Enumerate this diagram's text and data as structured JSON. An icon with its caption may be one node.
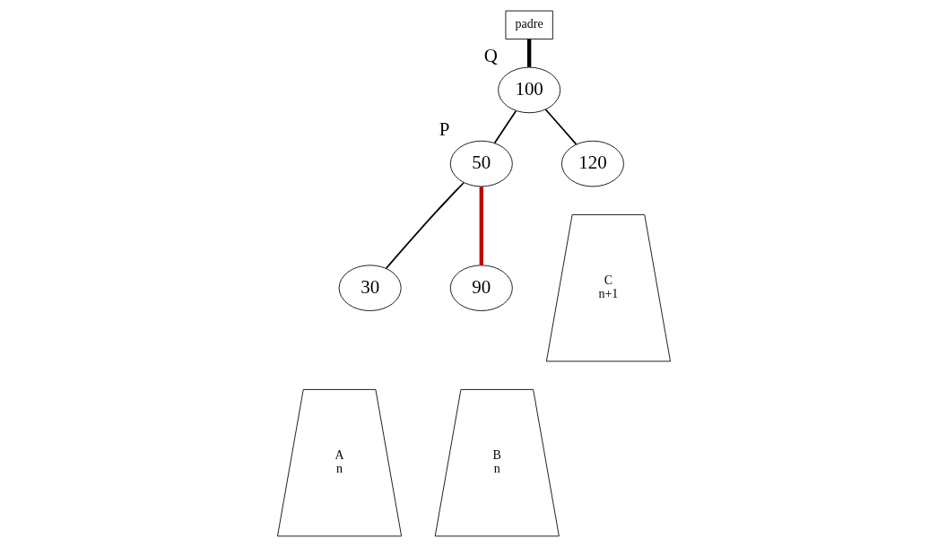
{
  "diagram": {
    "nodes": [
      {
        "text": [
          "padre"
        ]
      },
      {
        "text": [
          "100"
        ],
        "beside": [
          "Q"
        ]
      },
      {
        "text": [
          "50"
        ],
        "beside": [
          "P"
        ]
      },
      {
        "text": [
          "120"
        ]
      },
      {
        "text": [
          "30"
        ]
      },
      {
        "text": [
          "90"
        ]
      },
      {
        "text": [
          "A",
          "n"
        ]
      },
      {
        "text": [
          "B",
          "n"
        ]
      },
      {
        "text": [
          "C",
          "n+1"
        ]
      }
    ],
    "edges": [
      {
        "from": 0,
        "to": 1,
        "arrow": "none",
        "style": "thick"
      },
      {
        "from": 1,
        "to": 2,
        "arrow": "none"
      },
      {
        "from": 1,
        "to": 3,
        "arrow": "none"
      },
      {
        "from": 2,
        "to": 4,
        "arrow": "none"
      },
      {
        "from": 2,
        "to": 5,
        "arrow": "none",
        "style": "thick",
        "color": "#c00000"
      }
    ]
  }
}
